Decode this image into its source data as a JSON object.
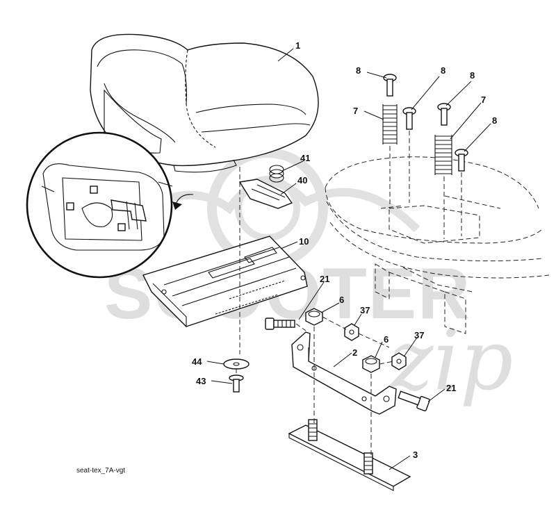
{
  "diagram": {
    "caption": "seat-tex_7A-vgt",
    "watermark": {
      "text": "SCOOTER",
      "script": "zip"
    },
    "callouts": [
      {
        "id": "c1",
        "label": "1"
      },
      {
        "id": "c8a",
        "label": "8"
      },
      {
        "id": "c8b",
        "label": "8"
      },
      {
        "id": "c8c",
        "label": "8"
      },
      {
        "id": "c7a",
        "label": "7"
      },
      {
        "id": "c7b",
        "label": "7"
      },
      {
        "id": "c8d",
        "label": "8"
      },
      {
        "id": "c41",
        "label": "41"
      },
      {
        "id": "c40",
        "label": "40"
      },
      {
        "id": "c10",
        "label": "10"
      },
      {
        "id": "c21a",
        "label": "21"
      },
      {
        "id": "c6a",
        "label": "6"
      },
      {
        "id": "c37a",
        "label": "37"
      },
      {
        "id": "c2",
        "label": "2"
      },
      {
        "id": "c6b",
        "label": "6"
      },
      {
        "id": "c37b",
        "label": "37"
      },
      {
        "id": "c44",
        "label": "44"
      },
      {
        "id": "c43",
        "label": "43"
      },
      {
        "id": "c21b",
        "label": "21"
      },
      {
        "id": "c3",
        "label": "3"
      }
    ]
  }
}
